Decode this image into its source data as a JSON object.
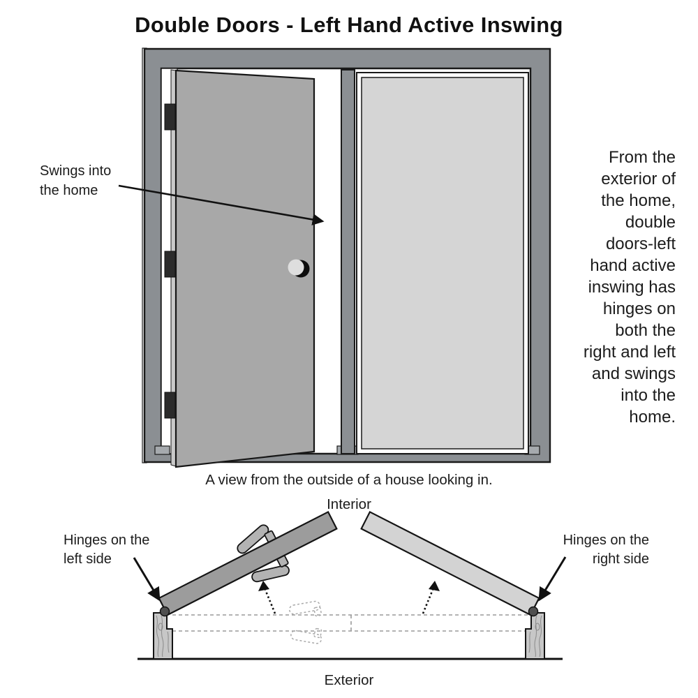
{
  "title": "Double Doors - Left Hand Active Inswing",
  "front_view": {
    "swing_label": "Swings into\nthe home",
    "side_note": "From the\nexterior of\nthe home,\ndouble\ndoors-left\nhand active\ninswing has\nhinges on\nboth the\nright and left\nand swings\ninto the\nhome.",
    "caption": "A view from the outside of a house looking in."
  },
  "plan_view": {
    "interior_label": "Interior",
    "exterior_label": "Exterior",
    "left_hinge_label": "Hinges on the\nleft side",
    "right_hinge_label": "Hinges on the\nright side"
  },
  "colors": {
    "frame_gray": "#8b8f93",
    "active_door_gray": "#a8a8a8",
    "inactive_door_gray": "#d5d5d5",
    "plan_active_door": "#9c9c9c",
    "plan_inactive_door": "#d3d3d3",
    "hinge_black": "#2b2b2b",
    "hinge_pin_gray": "#4f4f4f",
    "wood_post": "#c7c7c7",
    "lever_gray": "#b3b3b3",
    "text": "#1c1c1c"
  }
}
